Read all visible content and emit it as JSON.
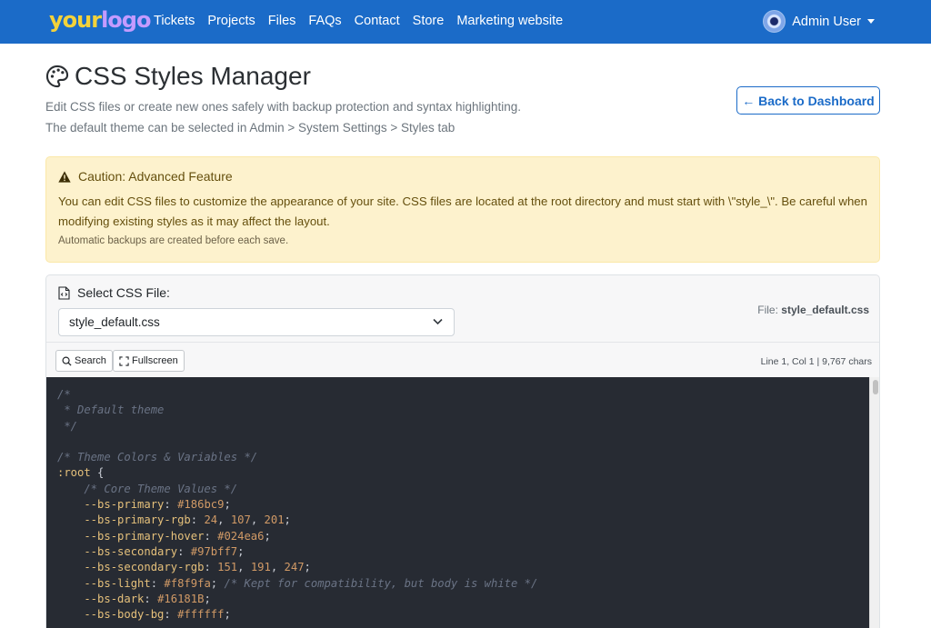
{
  "navbar": {
    "logo_part1": "your",
    "logo_part2": "logo",
    "links": [
      "Tickets",
      "Projects",
      "Files",
      "FAQs",
      "Contact",
      "Store",
      "Marketing website"
    ],
    "user_name": "Admin User"
  },
  "header": {
    "title": "CSS Styles Manager",
    "subtitle1": "Edit CSS files or create new ones safely with backup protection and syntax highlighting.",
    "subtitle2": "The default theme can be selected in Admin > System Settings > Styles tab",
    "back_button": "← Back to Dashboard"
  },
  "alert": {
    "title": "Caution: Advanced Feature",
    "text": "You can edit CSS files to customize the appearance of your site. CSS files are located at the root directory and must start with \\\"style_\\\". Be careful when modifying existing styles as it may affect the layout.",
    "small": "Automatic backups are created before each save."
  },
  "editor_card": {
    "select_label": "Select CSS File:",
    "selected_file": "style_default.css",
    "file_label": "File:",
    "file_name": "style_default.css",
    "search_button": "Search",
    "fullscreen_button": "Fullscreen",
    "status": "Line 1, Col 1 | 9,767 chars"
  },
  "code_lines": [
    [
      {
        "t": "/*",
        "c": "c"
      }
    ],
    [
      {
        "t": " * Default theme",
        "c": "c"
      }
    ],
    [
      {
        "t": " */",
        "c": "c"
      }
    ],
    [
      {
        "t": "",
        "c": "pl"
      }
    ],
    [
      {
        "t": "/* Theme Colors & Variables */",
        "c": "c"
      }
    ],
    [
      {
        "t": ":root",
        "c": "s"
      },
      {
        "t": " {",
        "c": "pl"
      }
    ],
    [
      {
        "t": "    /* Core Theme Values */",
        "c": "c"
      }
    ],
    [
      {
        "t": "    --bs-primary",
        "c": "p"
      },
      {
        "t": ": ",
        "c": "pl"
      },
      {
        "t": "#186bc9",
        "c": "v"
      },
      {
        "t": ";",
        "c": "pl"
      }
    ],
    [
      {
        "t": "    --bs-primary-rgb",
        "c": "p"
      },
      {
        "t": ": ",
        "c": "pl"
      },
      {
        "t": "24",
        "c": "v"
      },
      {
        "t": ", ",
        "c": "pl"
      },
      {
        "t": "107",
        "c": "v"
      },
      {
        "t": ", ",
        "c": "pl"
      },
      {
        "t": "201",
        "c": "v"
      },
      {
        "t": ";",
        "c": "pl"
      }
    ],
    [
      {
        "t": "    --bs-primary-hover",
        "c": "p"
      },
      {
        "t": ": ",
        "c": "pl"
      },
      {
        "t": "#024ea6",
        "c": "v"
      },
      {
        "t": ";",
        "c": "pl"
      }
    ],
    [
      {
        "t": "    --bs-secondary",
        "c": "p"
      },
      {
        "t": ": ",
        "c": "pl"
      },
      {
        "t": "#97bff7",
        "c": "v"
      },
      {
        "t": ";",
        "c": "pl"
      }
    ],
    [
      {
        "t": "    --bs-secondary-rgb",
        "c": "p"
      },
      {
        "t": ": ",
        "c": "pl"
      },
      {
        "t": "151",
        "c": "v"
      },
      {
        "t": ", ",
        "c": "pl"
      },
      {
        "t": "191",
        "c": "v"
      },
      {
        "t": ", ",
        "c": "pl"
      },
      {
        "t": "247",
        "c": "v"
      },
      {
        "t": ";",
        "c": "pl"
      }
    ],
    [
      {
        "t": "    --bs-light",
        "c": "p"
      },
      {
        "t": ": ",
        "c": "pl"
      },
      {
        "t": "#f8f9fa",
        "c": "v"
      },
      {
        "t": "; ",
        "c": "pl"
      },
      {
        "t": "/* Kept for compatibility, but body is white */",
        "c": "c"
      }
    ],
    [
      {
        "t": "    --bs-dark",
        "c": "p"
      },
      {
        "t": ": ",
        "c": "pl"
      },
      {
        "t": "#16181B",
        "c": "v"
      },
      {
        "t": ";",
        "c": "pl"
      }
    ],
    [
      {
        "t": "    --bs-body-bg",
        "c": "p"
      },
      {
        "t": ": ",
        "c": "pl"
      },
      {
        "t": "#ffffff",
        "c": "v"
      },
      {
        "t": ";",
        "c": "pl"
      }
    ]
  ],
  "colors": {
    "navbar_bg": "#1b6bc8",
    "alert_bg": "#fdf2cd",
    "editor_bg": "#272b33"
  }
}
